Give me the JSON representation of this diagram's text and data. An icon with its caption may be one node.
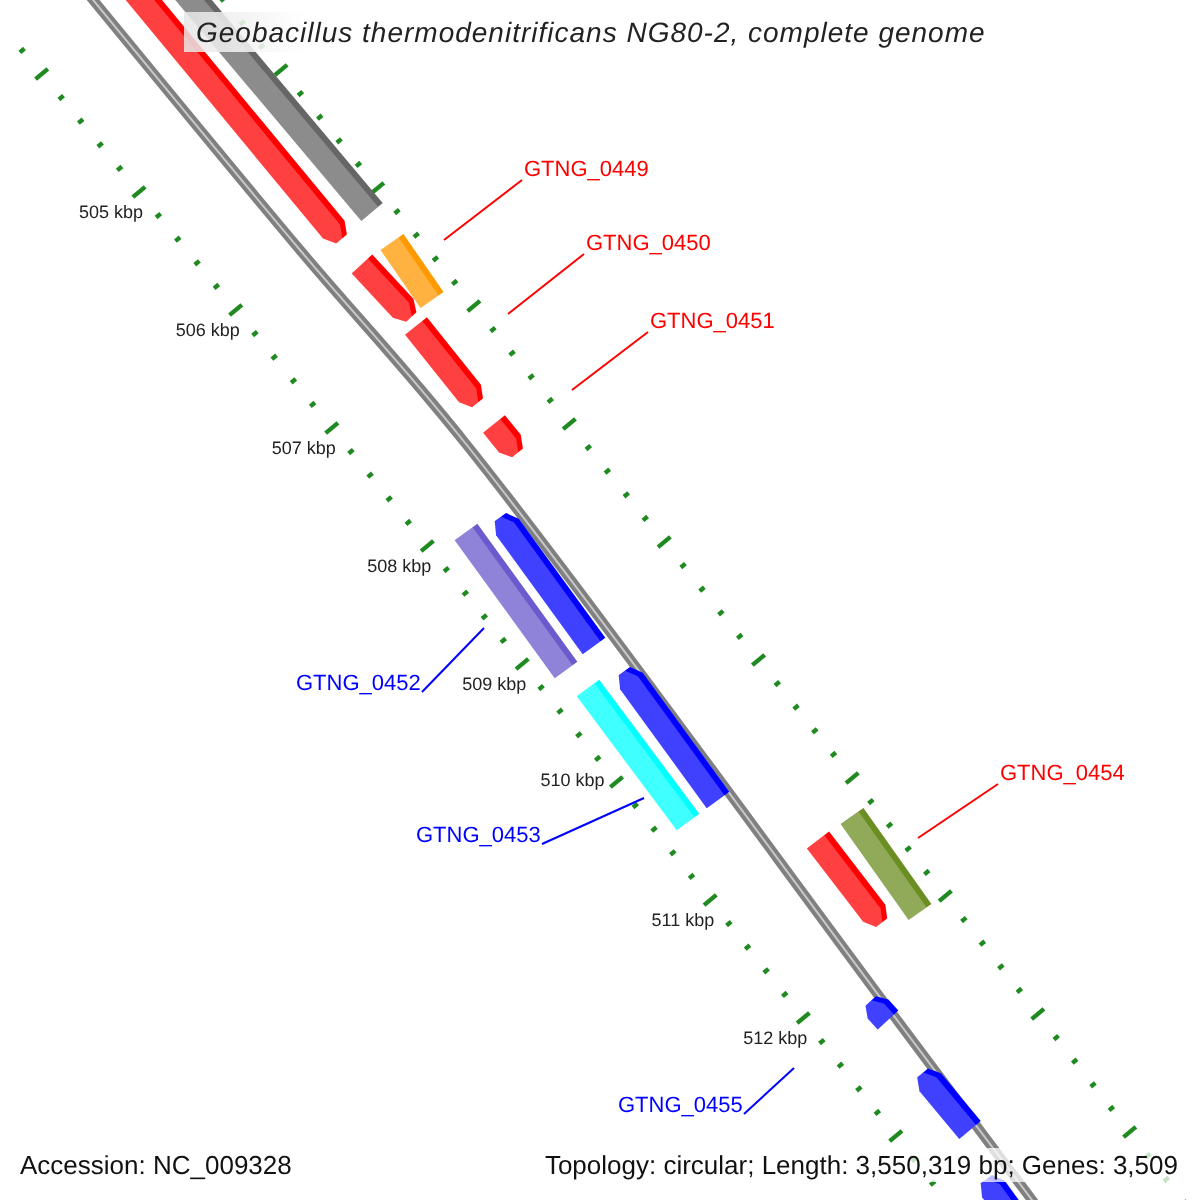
{
  "diagram": {
    "title": "Geobacillus thermodenitrificans NG80-2, complete genome",
    "nodes": [
      {
        "text": [
          "GTNG_0449"
        ]
      },
      {
        "text": [
          "GTNG_0450"
        ]
      },
      {
        "text": [
          "GTNG_0451"
        ]
      },
      {
        "text": [
          "GTNG_0452"
        ]
      },
      {
        "text": [
          "GTNG_0453"
        ]
      },
      {
        "text": [
          "GTNG_0454"
        ]
      },
      {
        "text": [
          "GTNG_0455"
        ]
      }
    ],
    "edges": [
      {
        "from": 0,
        "to": null,
        "arrow": "none"
      },
      {
        "from": 1,
        "to": null,
        "arrow": "none"
      },
      {
        "from": 2,
        "to": null,
        "arrow": "none"
      },
      {
        "from": 3,
        "to": null,
        "arrow": "none",
        "color": "#0000ff"
      },
      {
        "from": 4,
        "to": null,
        "arrow": "none",
        "color": "#0000ff"
      },
      {
        "from": 5,
        "to": null,
        "arrow": "none"
      },
      {
        "from": 6,
        "to": null,
        "arrow": "none",
        "color": "#0000ff"
      }
    ],
    "labels": [
      "505 kbp",
      "506 kbp",
      "507 kbp",
      "508 kbp",
      "509 kbp",
      "510 kbp",
      "511 kbp",
      "512 kbp",
      "Accession: NC_009328",
      "Topology: circular; Length: 3,550,319 bp; Genes: 3,509"
    ]
  }
}
